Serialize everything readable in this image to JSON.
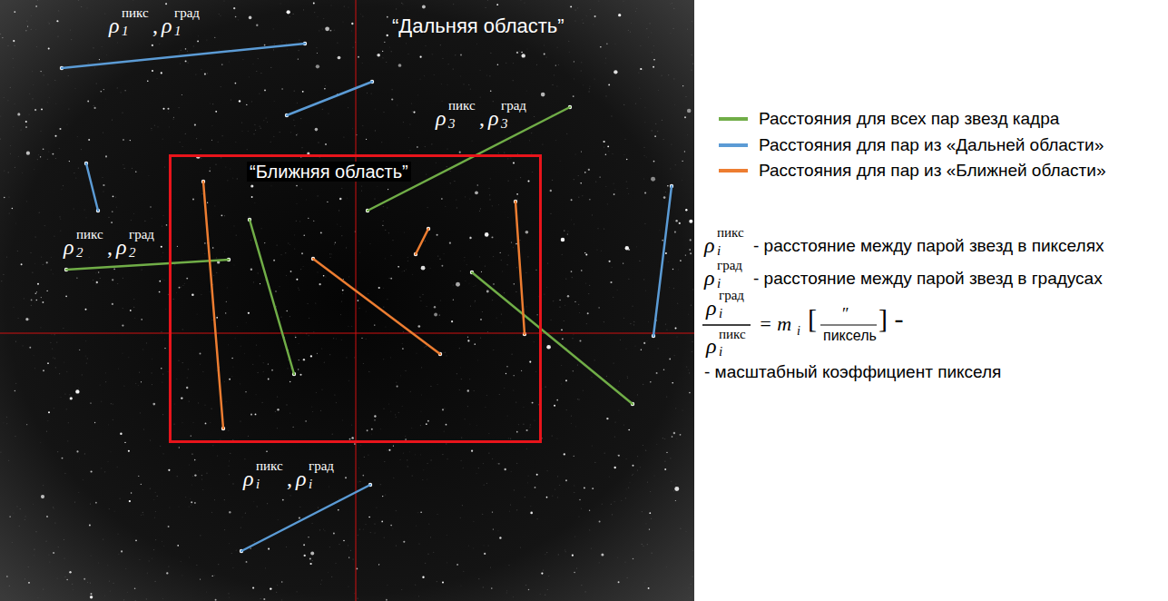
{
  "diagram": {
    "nodes": [
      {
        "text": [
          "“Ближняя область”"
        ]
      }
    ],
    "labels": [
      "“Дальняя область”",
      "ρ",
      "1",
      "пикс",
      ",",
      "ρ",
      "1",
      "град",
      "ρ",
      "3",
      "пикс",
      ",",
      "ρ",
      "3",
      "град",
      "ρ",
      "2",
      "пикс",
      ",",
      "ρ",
      "2",
      "град",
      "ρ",
      "i",
      "пикс",
      ",",
      "ρ",
      "i",
      "град",
      "ρ",
      "i",
      "пикс",
      "- расстояние между парой звезд в пикселях",
      "ρ",
      "i",
      "град",
      "- расстояние между парой звезд в градусах",
      "ρ",
      "i",
      "град",
      "ρ",
      "i",
      "пикс",
      "= m",
      "i",
      "[",
      "″",
      "пиксель",
      "] -",
      "- масштабный коэффициент пикселя"
    ],
    "legend": [
      {
        "text": "Расстояния для всех пар звезд кадра",
        "color": "#70ad47"
      },
      {
        "text": "Расстояния для пар из «Дальней области»",
        "color": "#5b9bd5"
      },
      {
        "text": "Расстояния для пар из «Ближней области»",
        "color": "#ed7d31"
      }
    ]
  }
}
